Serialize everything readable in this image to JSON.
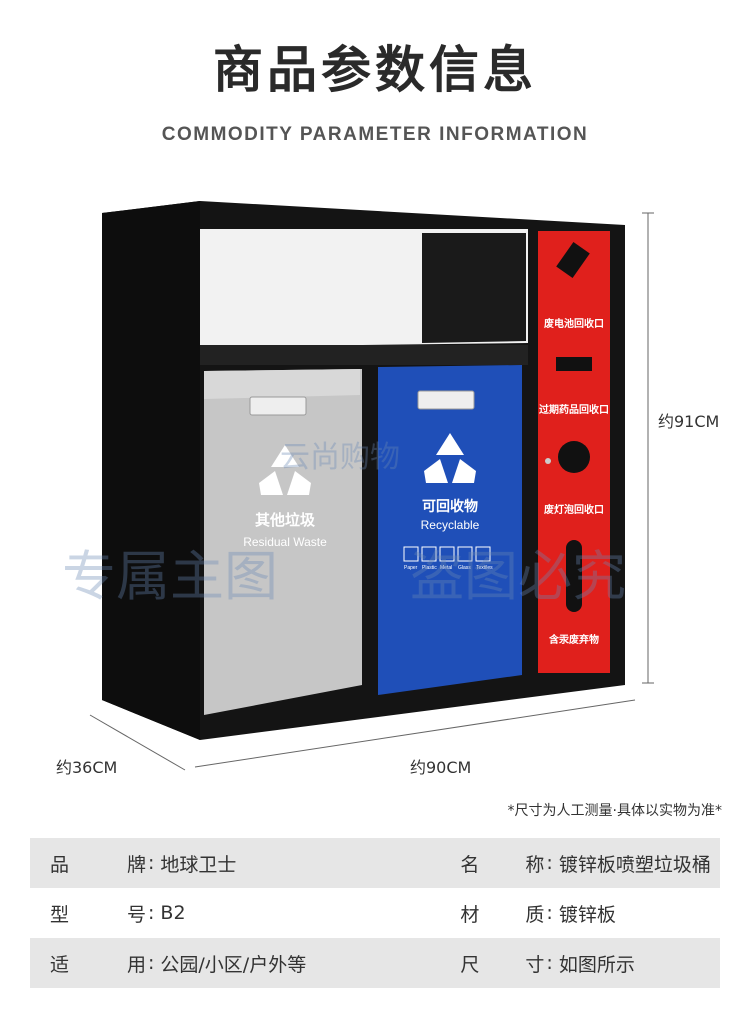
{
  "header": {
    "title": "商品参数信息",
    "subtitle": "COMMODITY PARAMETER INFORMATION"
  },
  "product": {
    "bins": [
      {
        "label_cn": "其他垃圾",
        "label_en": "Residual Waste",
        "color": "#c9c9c9"
      },
      {
        "label_cn": "可回收物",
        "label_en": "Recyclable",
        "color": "#1f4fb8"
      }
    ],
    "hazard_panel": {
      "color": "#e0201c",
      "labels": [
        "废电池回收口",
        "过期药品回收口",
        "废灯泡回收口",
        "含汞废弃物"
      ]
    },
    "recyclable_icons": [
      "Paper",
      "Plastic",
      "Metal",
      "Glass",
      "Textiles"
    ],
    "frame_color": "#1b1b1b",
    "watermark": {
      "top": "云尚购物",
      "left": "专属主图",
      "right": "盗图必究"
    }
  },
  "dimensions": {
    "height": "约91CM",
    "depth": "约36CM",
    "width": "约90CM"
  },
  "note": "*尺寸为人工测量·具体以实物为准*",
  "specs": [
    {
      "k1a": "品",
      "k1b": "牌",
      "v1": "地球卫士",
      "k2a": "名",
      "k2b": "称",
      "v2": "镀锌板喷塑垃圾桶"
    },
    {
      "k1a": "型",
      "k1b": "号",
      "v1": "B2",
      "k2a": "材",
      "k2b": "质",
      "v2": "镀锌板"
    },
    {
      "k1a": "适",
      "k1b": "用",
      "v1": "公园/小区/户外等",
      "k2a": "尺",
      "k2b": "寸",
      "v2": "如图所示"
    }
  ]
}
